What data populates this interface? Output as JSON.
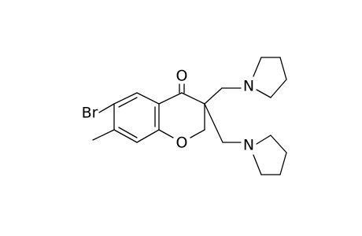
{
  "atoms": {
    "bromine": "Br",
    "carbonyl_oxygen": "O",
    "ring_oxygen": "O",
    "nitrogen_upper": "N",
    "nitrogen_lower": "N"
  },
  "colors": {
    "bond": "#000000",
    "text": "#000000",
    "background": "#ffffff"
  }
}
